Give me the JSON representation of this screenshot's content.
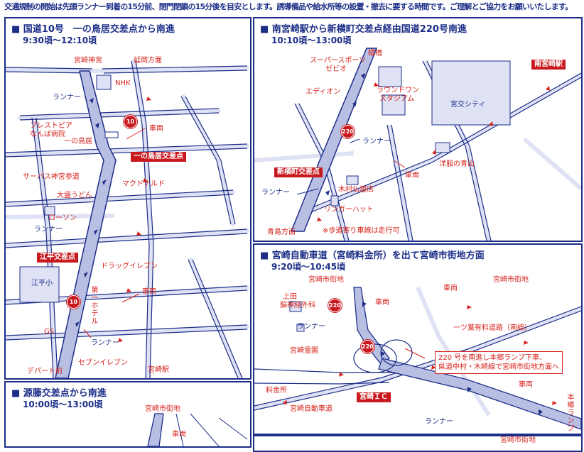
{
  "notice": "交通規制の開始は先頭ランナー到着の15分前、閉門閉鎖の15分後を目安とします。誘導備品や給水所等の設置・撤去に要する時間です。ご理解とご協力をお願いいたします。",
  "colors": {
    "navy": "#1c2e88",
    "red": "#d6231d",
    "road": "#dfe2f4",
    "course": "#b9bfe3"
  },
  "panel1": {
    "title": "■ 国道10号　一の鳥居交差点から南進",
    "time": "9:30頃～12:10頃",
    "labels": {
      "miyazaki_jingu": "宮崎神宮",
      "nobeoka": "延岡方面",
      "nhk": "NHK",
      "runner1": "ランナー",
      "breastpia": "ブレストピア",
      "namba": "なんば病院",
      "ichinotorii_small": "一の鳥居",
      "sharyo1": "車両",
      "ichinotorii_box": "一の鳥居交差点",
      "surpass": "サーパス神宮参道",
      "mcdonald": "マクドナルド",
      "udon": "大盛うどん",
      "lawson": "ローソン",
      "runner2": "ランナー",
      "ehira_box": "江平交差点",
      "drug": "ドラッグイレブン",
      "ehira_school": "江平小",
      "daiichi_hotel": "第一ホテル",
      "sharyo2": "車両",
      "gs": "GS",
      "runner3": "ランナー",
      "seven": "セブンイレブン",
      "depart": "デパート前",
      "miyazaki_eki": "宮崎駅",
      "route10a": "10",
      "route10b": "10"
    }
  },
  "panel2": {
    "title": "■ 南宮崎駅から新横町交差点経由国道220号南進",
    "time": "10:10頃～13:00頃",
    "labels": {
      "superports": "スーパースポーツ",
      "zebio": "ゼビオ",
      "yokobashi": "橘橋",
      "aeon": "エディオン",
      "round1": "ラウンドワン",
      "stadium": "スタジアム",
      "miyako_city": "宮交シティ",
      "minami_eki": "南宮崎駅",
      "route220": "220",
      "runner1": "ランナー",
      "shinyoko_box": "新横町交差点",
      "sharyo": "車両",
      "yofuku": "洋服の青山",
      "runner2": "ランナー",
      "kimura": "木村仏壇店",
      "ringer": "リンガーハット",
      "aoshima": "青島方面",
      "note": "※歩道寄り車線は走行可"
    }
  },
  "panel3": {
    "title": "■ 宮崎自動車道（宮崎料金所）を出て宮崎市街地方面",
    "time": "9:20頃～10:45頃",
    "labels": {
      "ueda": "上田",
      "noshinkei": "脳神経外科",
      "shigaichi_top": "宮崎市街地",
      "sharyo_a": "車両",
      "sharyo_b": "車両",
      "shigaichi_right": "宮崎市街地",
      "runner1": "ランナー",
      "hitotsuba": "一ツ葉有料道路（南線）",
      "reien": "宮崎霊園",
      "route220a": "220",
      "route220b": "220",
      "note_line1": "220 号を南進し本郷ランプ下車、",
      "note_line2": "県道中村・木崎線で宮崎市街地方面へ",
      "ryokin": "料金所",
      "ic_box": "宮崎ＩＣ",
      "sharyo_c": "車両",
      "expressway": "宮崎自動車道",
      "runner2": "ランナー",
      "hongo": "本郷ランプ"
    }
  },
  "panel4": {
    "title": "■ 源藤交差点から南進",
    "time": "10:00頃～13:00頃",
    "labels": {
      "shigaichi": "宮崎市街地",
      "sharyo": "車両"
    }
  },
  "panel5": {
    "labels": {
      "shigaichi": "宮崎市街地"
    }
  }
}
